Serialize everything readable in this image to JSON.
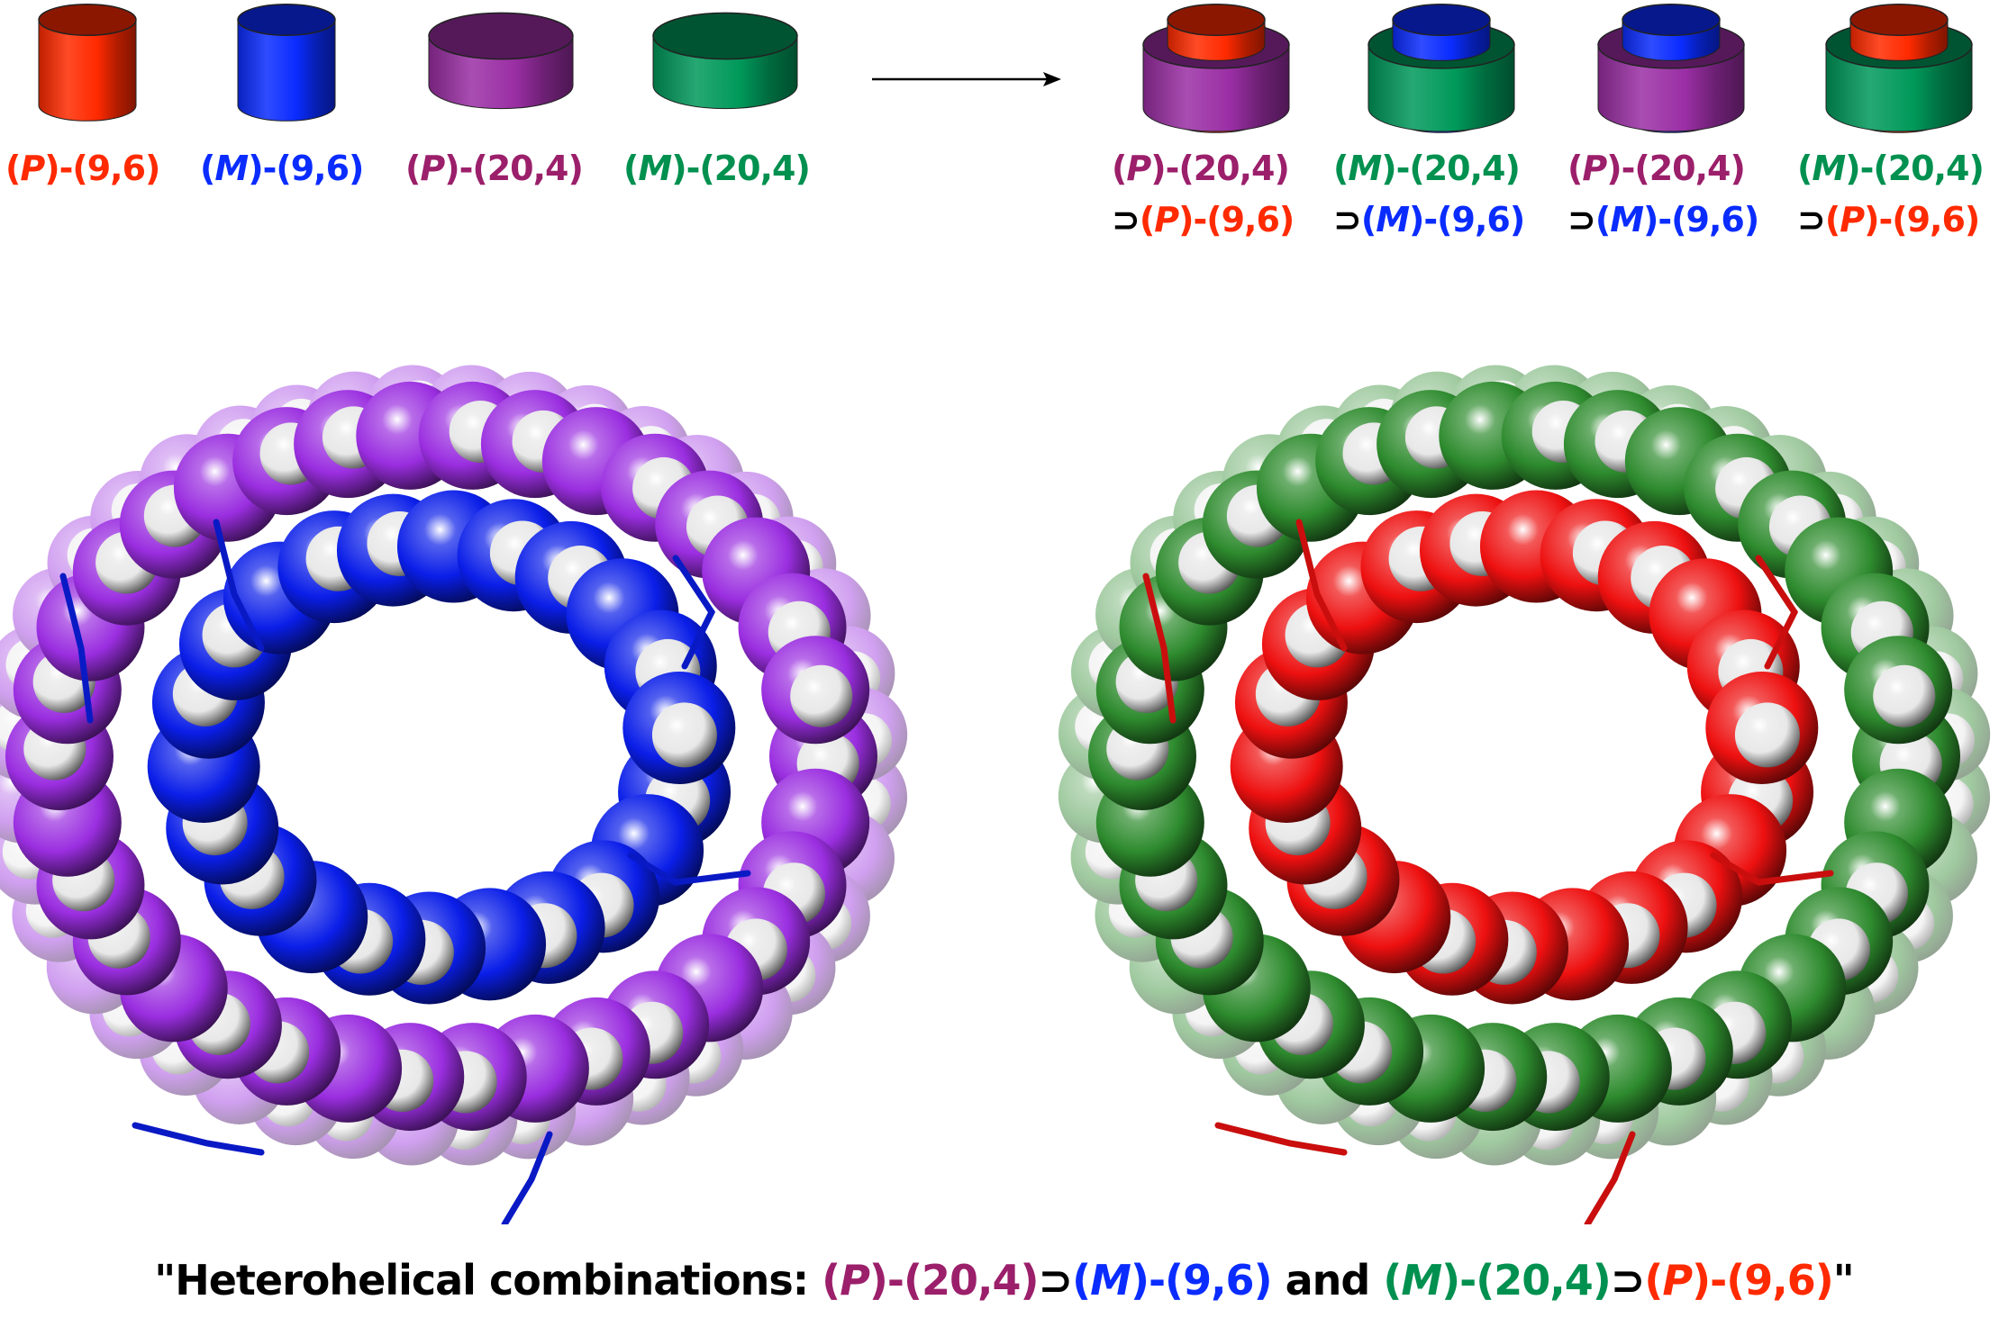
{
  "colors": {
    "P96": "#ff2a00",
    "M96": "#0a2cff",
    "P204": "#9b1f6a",
    "M204": "#00904f",
    "P204_body": "#9a2ea4",
    "M204_body": "#00995a",
    "ring_purple": "#9a2ee0",
    "ring_green": "#2e8b2e",
    "ring_blue": "#0a1ee8",
    "ring_red": "#ee1010"
  },
  "singles": [
    {
      "open": "(",
      "letter": "P",
      "close": ")-(9,6)",
      "color": "#ff2a00"
    },
    {
      "open": "(",
      "letter": "M",
      "close": ")-(9,6)",
      "color": "#0a2cff"
    },
    {
      "open": "(",
      "letter": "P",
      "close": ")-(20,4)",
      "color": "#9b1f6a"
    },
    {
      "open": "(",
      "letter": "M",
      "close": ")-(20,4)",
      "color": "#00904f"
    }
  ],
  "complexes": [
    {
      "outer": {
        "open": "(",
        "letter": "P",
        "close": ")-(20,4)",
        "color": "#9b1f6a"
      },
      "symbol": "⊃",
      "inner": {
        "open": "(",
        "letter": "P",
        "close": ")-(9,6)",
        "color": "#ff2a00"
      }
    },
    {
      "outer": {
        "open": "(",
        "letter": "M",
        "close": ")-(20,4)",
        "color": "#00904f"
      },
      "symbol": "⊃",
      "inner": {
        "open": "(",
        "letter": "M",
        "close": ")-(9,6)",
        "color": "#0a2cff"
      }
    },
    {
      "outer": {
        "open": "(",
        "letter": "P",
        "close": ")-(20,4)",
        "color": "#9b1f6a"
      },
      "symbol": "⊃",
      "inner": {
        "open": "(",
        "letter": "M",
        "close": ")-(9,6)",
        "color": "#0a2cff"
      }
    },
    {
      "outer": {
        "open": "(",
        "letter": "M",
        "close": ")-(20,4)",
        "color": "#00904f"
      },
      "symbol": "⊃",
      "inner": {
        "open": "(",
        "letter": "P",
        "close": ")-(9,6)",
        "color": "#ff2a00"
      }
    }
  ],
  "caption": {
    "prefix": "\"Heterohelical combinations: ",
    "a_outer": {
      "open": "(",
      "letter": "P",
      "close": ")-(20,4)"
    },
    "a_sym": "⊃",
    "a_inner": {
      "open": "(",
      "letter": "M",
      "close": ")-(9,6)"
    },
    "mid": " and ",
    "b_outer": {
      "open": "(",
      "letter": "M",
      "close": ")-(20,4)"
    },
    "b_sym": "⊃",
    "b_inner": {
      "open": "(",
      "letter": "P",
      "close": ")-(9,6)"
    },
    "suffix": "\""
  }
}
